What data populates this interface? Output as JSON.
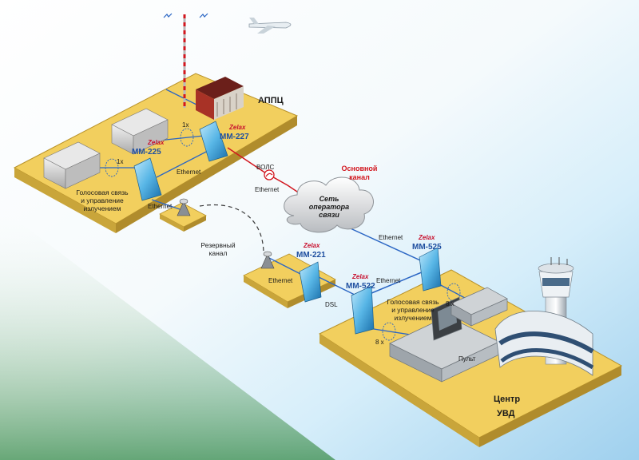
{
  "sites": {
    "appc": "АППЦ",
    "center_line1": "Центр",
    "center_line2": "УВД"
  },
  "brand": "Zelax",
  "devices": {
    "mm225": "ММ-225",
    "mm227": "ММ-227",
    "mm221": "ММ-221",
    "mm522": "ММ-522",
    "mm525": "ММ-525"
  },
  "links": {
    "ethernet": "Ethernet",
    "vols": "ВОЛС",
    "dsl": "DSL",
    "x1": "1x",
    "x8": "8 x"
  },
  "labels": {
    "voice_appc": "Голосовая связь\nи управление\nизлучением",
    "voice_center": "Голосовая связь\nи управление\nизлучением",
    "main_channel": "Основной\nканал",
    "backup_channel": "Резервный\nканал",
    "operator_cloud": "Сеть\nоператора\nсвязи",
    "console": "Пульт"
  },
  "colors": {
    "platform_top": "#f2cf5e",
    "platform_side": "#c9a53a",
    "link_blue": "#2b66c4",
    "link_red": "#d2161e",
    "device_blue": "#5ab8e6"
  }
}
